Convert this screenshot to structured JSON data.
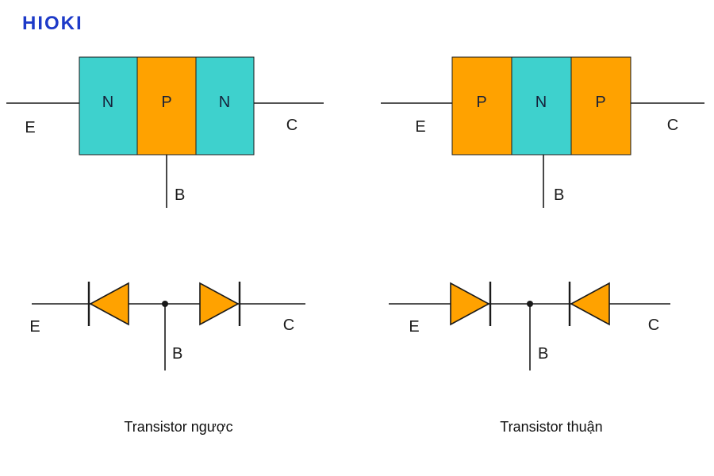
{
  "logo": {
    "text": "HIOKI",
    "color": "#1d3ac8"
  },
  "colors": {
    "n_region": "#3ed1cd",
    "p_region": "#ffa200",
    "line": "#1a1a1a",
    "label": "#1a1a1a"
  },
  "diagrams": {
    "npn_block": {
      "left_region": "N",
      "middle_region": "P",
      "right_region": "N",
      "emitter": "E",
      "collector": "C",
      "base": "B"
    },
    "pnp_block": {
      "left_region": "P",
      "middle_region": "N",
      "right_region": "P",
      "emitter": "E",
      "collector": "C",
      "base": "B"
    },
    "npn_diode": {
      "emitter": "E",
      "collector": "C",
      "base": "B"
    },
    "pnp_diode": {
      "emitter": "E",
      "collector": "C",
      "base": "B"
    }
  },
  "captions": {
    "left": "Transistor ngược",
    "right": "Transistor thuận"
  }
}
